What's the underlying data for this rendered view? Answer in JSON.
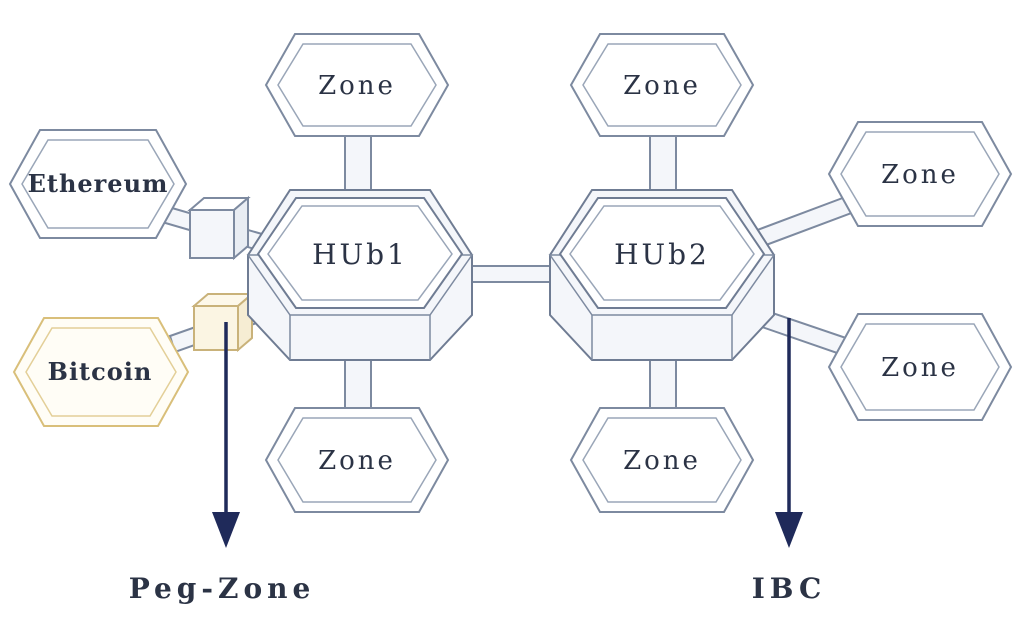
{
  "hubs": {
    "hub1": "HUb1",
    "hub2": "HUb2"
  },
  "zones": {
    "hub1_top": "Zone",
    "hub1_bottom": "Zone",
    "hub2_top": "Zone",
    "hub2_right_top": "Zone",
    "hub2_right_bottom": "Zone",
    "hub2_bottom": "Zone"
  },
  "chains": {
    "ethereum": "Ethereum",
    "bitcoin": "Bitcoin"
  },
  "labels": {
    "peg_zone": "Peg-Zone",
    "ibc": "IBC"
  },
  "colors": {
    "outline": "#7d8aa0",
    "bitcoin_outline": "#d9bf7a",
    "arrow": "#1f2a5a",
    "text": "#2b3345"
  }
}
